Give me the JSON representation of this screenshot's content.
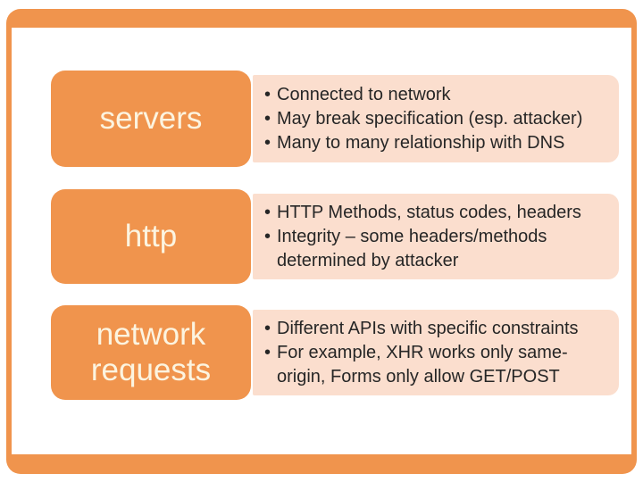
{
  "slide": {
    "rows": [
      {
        "label": "servers",
        "bullets": [
          "Connected to network",
          "May break specification (esp. attacker)",
          "Many to many relationship with DNS"
        ]
      },
      {
        "label": "http",
        "bullets": [
          "HTTP Methods, status codes, headers",
          "Integrity – some headers/methods determined by attacker"
        ]
      },
      {
        "label": "network requests",
        "bullets": [
          "Different APIs with specific constraints",
          "For example, XHR works only same-origin, Forms only allow GET/POST"
        ]
      }
    ],
    "colors": {
      "accent_orange": "#F0944D",
      "panel_pink": "#FBDECE",
      "label_text": "#FCF4E0",
      "bullet_text": "#262626",
      "background": "#FFFFFF"
    }
  }
}
